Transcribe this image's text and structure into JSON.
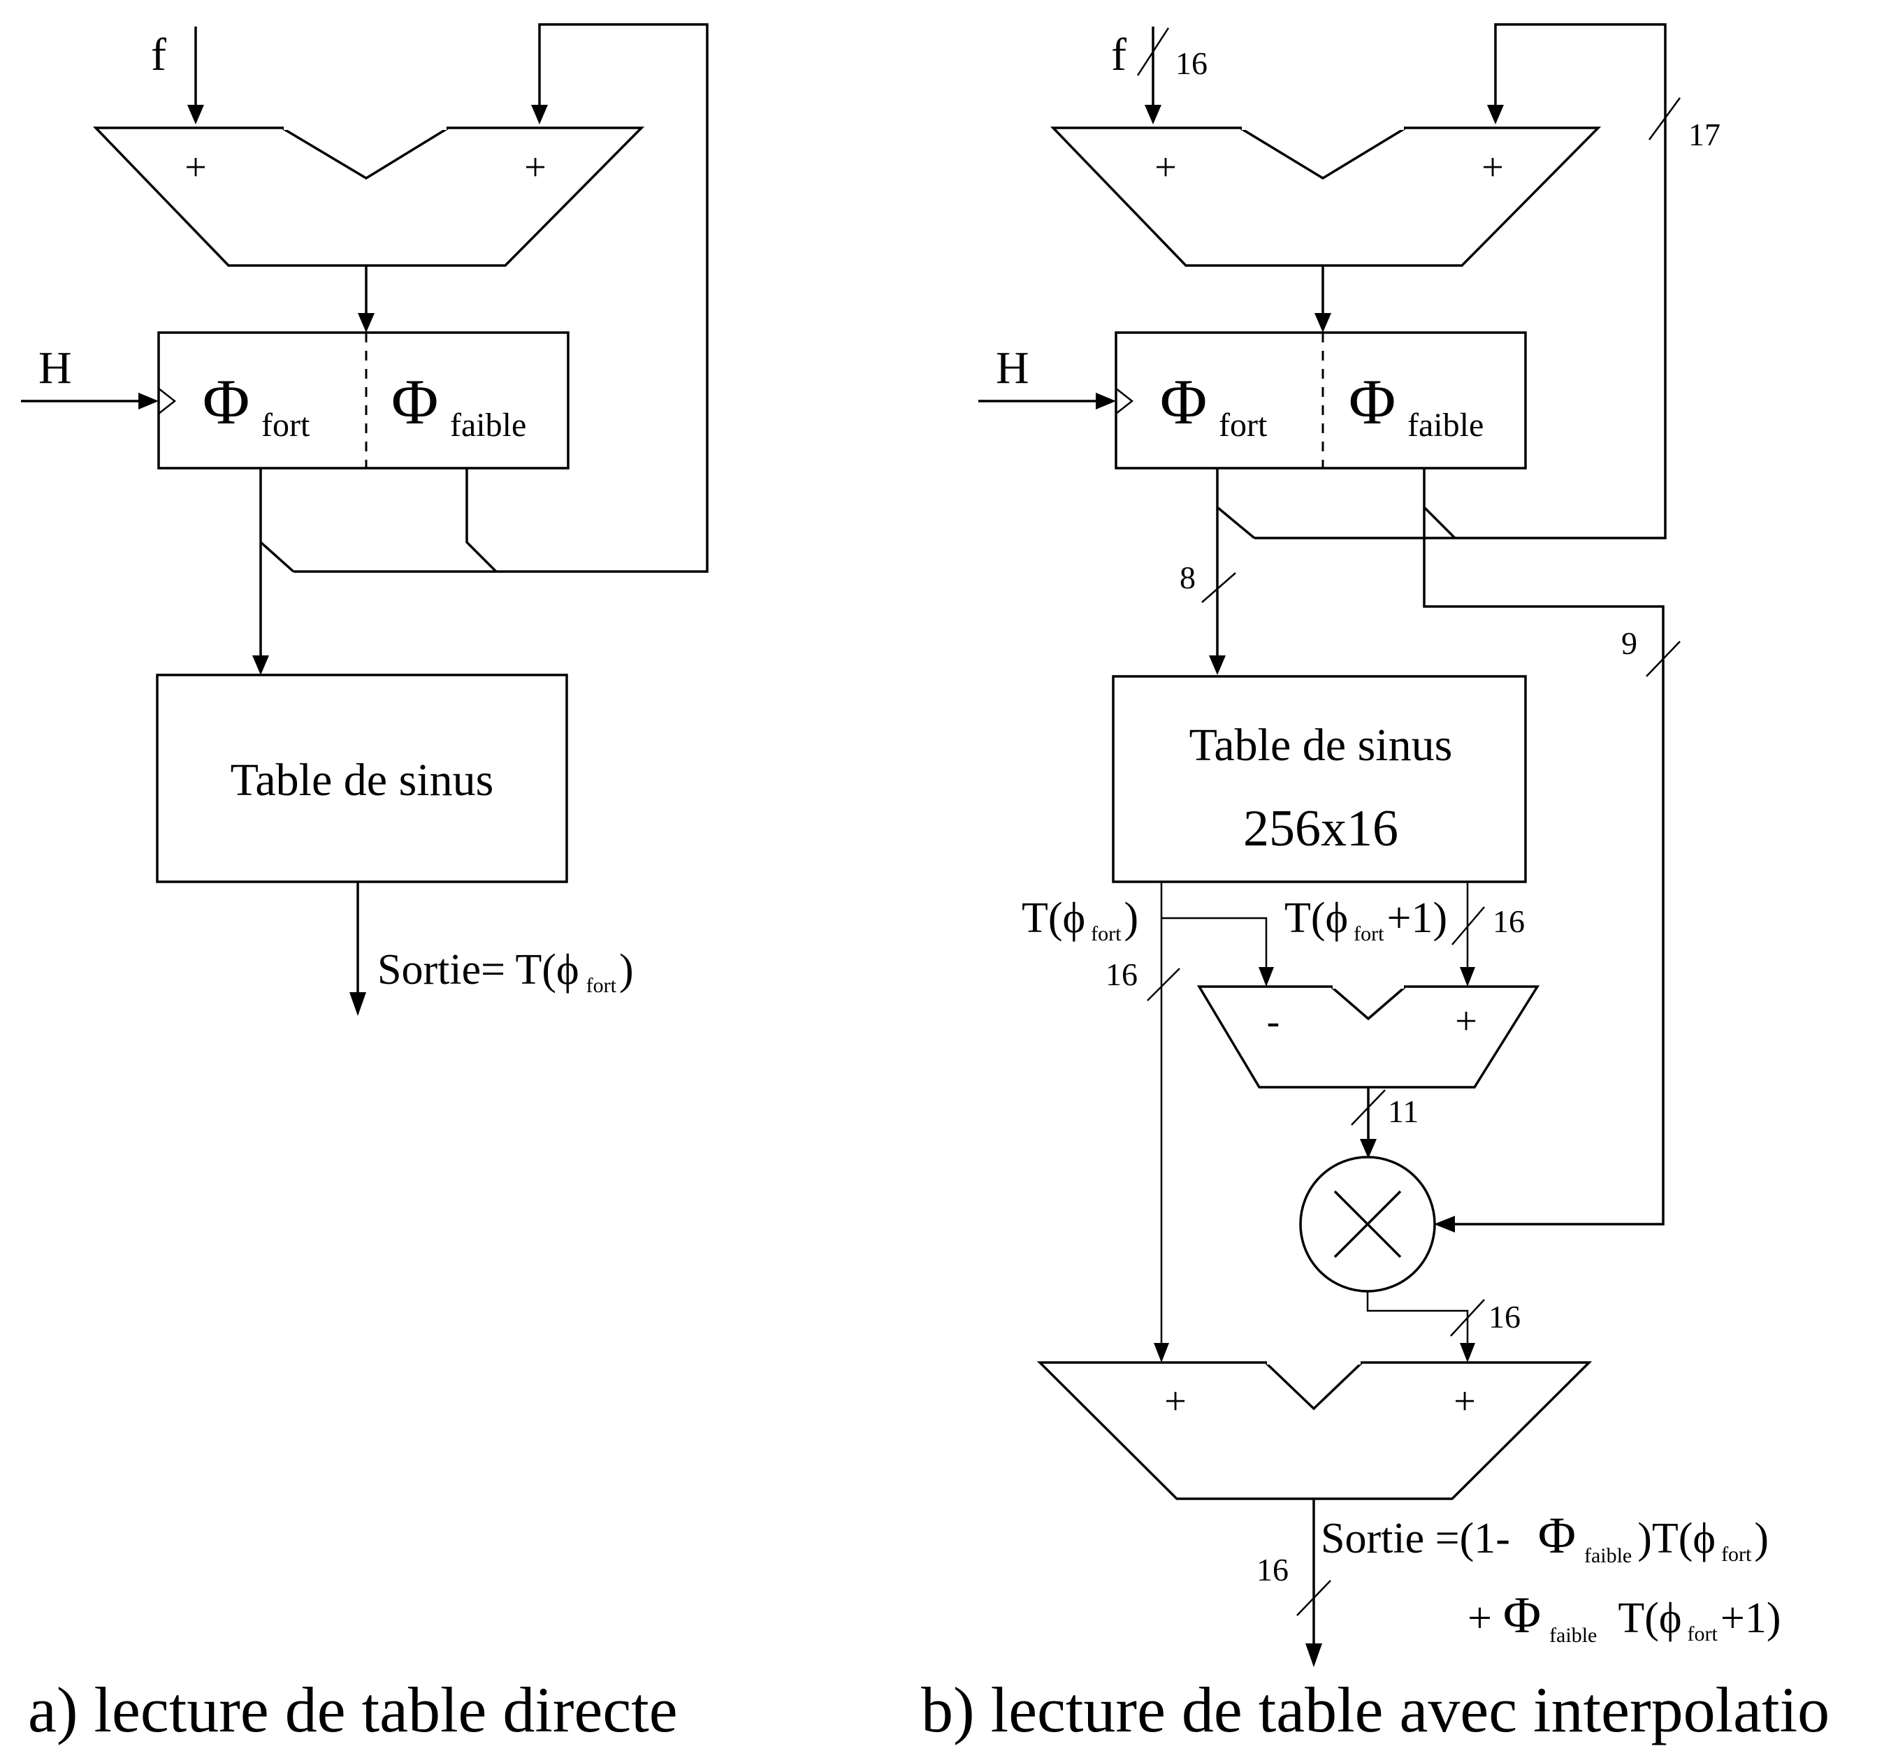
{
  "diagram_a": {
    "input_f": "f",
    "clock": "H",
    "adder_signs": [
      "+",
      "+"
    ],
    "phase_symbol": "Φ",
    "phase_high": "fort",
    "phase_low": "faible",
    "table_label": "Table de sinus",
    "output_label": "Sortie= T(",
    "output_phi": "ϕ",
    "output_sub": "fort",
    "output_close": ")",
    "caption": "a) lecture de table directe"
  },
  "diagram_b": {
    "input_f": "f",
    "clock": "H",
    "adder_signs": [
      "+",
      "+"
    ],
    "phase_symbol": "Φ",
    "phase_high": "fort",
    "phase_low": "faible",
    "table_line1": "Table de sinus",
    "table_line2": "256x16",
    "bus_widths": {
      "f": "16",
      "feedback": "17",
      "addr": "8",
      "low": "9",
      "t_left": "16",
      "t_right": "16",
      "diff": "11",
      "mult_out": "16",
      "out": "16"
    },
    "t_left_label": {
      "pre": "T(",
      "phi": "ϕ",
      "sub": "fort",
      "post": ")"
    },
    "t_right_label": {
      "pre": "T(",
      "phi": "ϕ",
      "sub": "fort",
      "post": "+1)"
    },
    "sub_signs": [
      "-",
      "+"
    ],
    "mult_symbol": "✕",
    "final_signs": [
      "+",
      "+"
    ],
    "output_line1": {
      "pre": "Sortie =(1-",
      "phi": "Φ",
      "sub": "faible",
      "mid": ")T(",
      "phi2": "ϕ",
      "sub2": "fort",
      "post": ")"
    },
    "output_line2": {
      "pre": "+",
      "phi": "Φ",
      "sub": "faible",
      "mid": "T(",
      "phi2": "ϕ",
      "sub2": "fort",
      "post": "+1)"
    },
    "caption": "b) lecture de table avec interpolatio"
  }
}
